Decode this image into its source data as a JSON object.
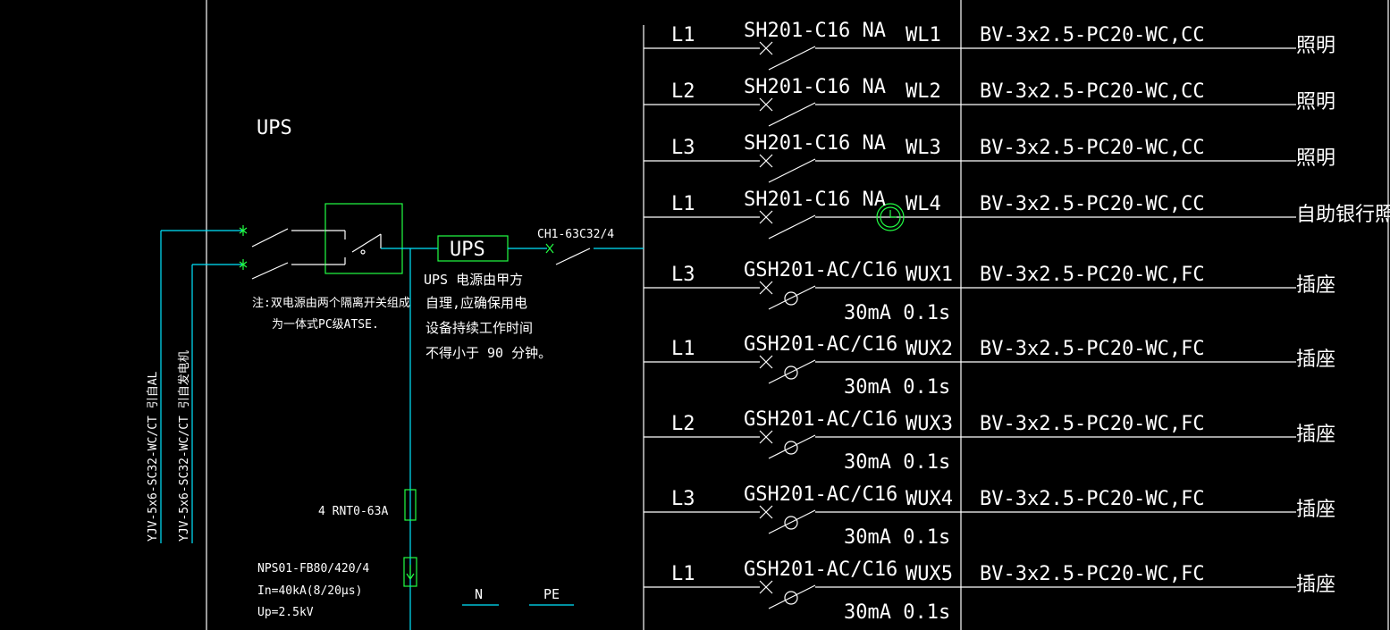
{
  "title": "UPS",
  "ups_box_label": "UPS",
  "atse_note_line1": "注:双电源由两个隔离开关组成",
  "atse_note_line2": "为一体式PC级ATSE.",
  "ups_note_lines": [
    "UPS  电源由甲方",
    "自理,应确保用电",
    "设备持续工作时间",
    "不得小于  90  分钟。"
  ],
  "main_breaker_label": "CH1-63C32/4",
  "incoming_cable_1": "YJV-5x6-SC32-WC/CT 引自AL",
  "incoming_cable_2": "YJV-5x6-SC32-WC/CT  引自发电机",
  "fuse_label": "4 RNT0-63A",
  "spd_label_1": "NPS01-FB80/420/4",
  "spd_label_2": "In=40kA(8/20μs)",
  "spd_label_3": "Up=2.5kV",
  "bus_n": "N",
  "bus_pe": "PE",
  "circuits": [
    {
      "phase": "L1",
      "breaker": "SH201-C16 NA",
      "id": "WL1",
      "cable": "BV-3x2.5-PC20-WC,CC",
      "load": "照明",
      "rcd": "",
      "timer": false
    },
    {
      "phase": "L2",
      "breaker": "SH201-C16 NA",
      "id": "WL2",
      "cable": "BV-3x2.5-PC20-WC,CC",
      "load": "照明",
      "rcd": "",
      "timer": false
    },
    {
      "phase": "L3",
      "breaker": "SH201-C16 NA",
      "id": "WL3",
      "cable": "BV-3x2.5-PC20-WC,CC",
      "load": "照明",
      "rcd": "",
      "timer": false
    },
    {
      "phase": "L1",
      "breaker": "SH201-C16 NA",
      "id": "WL4",
      "cable": "BV-3x2.5-PC20-WC,CC",
      "load": "自助银行照明",
      "rcd": "",
      "timer": true
    },
    {
      "phase": "L3",
      "breaker": "GSH201-AC/C16",
      "id": "WUX1",
      "cable": "BV-3x2.5-PC20-WC,FC",
      "load": "插座",
      "rcd": "30mA  0.1s",
      "timer": false
    },
    {
      "phase": "L1",
      "breaker": "GSH201-AC/C16",
      "id": "WUX2",
      "cable": "BV-3x2.5-PC20-WC,FC",
      "load": "插座",
      "rcd": "30mA  0.1s",
      "timer": false
    },
    {
      "phase": "L2",
      "breaker": "GSH201-AC/C16",
      "id": "WUX3",
      "cable": "BV-3x2.5-PC20-WC,FC",
      "load": "插座",
      "rcd": "30mA  0.1s",
      "timer": false
    },
    {
      "phase": "L3",
      "breaker": "GSH201-AC/C16",
      "id": "WUX4",
      "cable": "BV-3x2.5-PC20-WC,FC",
      "load": "插座",
      "rcd": "30mA  0.1s",
      "timer": false
    },
    {
      "phase": "L1",
      "breaker": "GSH201-AC/C16",
      "id": "WUX5",
      "cable": "BV-3x2.5-PC20-WC,FC",
      "load": "插座",
      "rcd": "30mA  0.1s",
      "timer": false
    }
  ]
}
